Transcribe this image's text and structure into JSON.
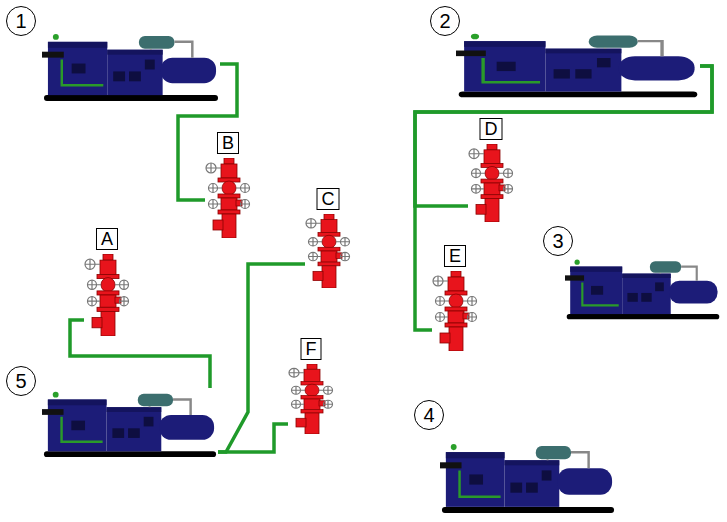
{
  "diagram": {
    "nodes": [
      {
        "text": [
          "1"
        ]
      },
      {
        "text": [
          "2"
        ]
      },
      {
        "text": [
          "3"
        ]
      },
      {
        "text": [
          "4"
        ]
      },
      {
        "text": [
          "5"
        ]
      },
      {
        "text": [
          "A"
        ]
      },
      {
        "text": [
          "B"
        ]
      },
      {
        "text": [
          "C"
        ]
      },
      {
        "text": [
          "D"
        ]
      },
      {
        "text": [
          "E"
        ]
      },
      {
        "text": [
          "F"
        ]
      }
    ],
    "edges": [
      {
        "from": 0,
        "to": 6,
        "arrow": "none"
      },
      {
        "from": 4,
        "to": 5,
        "arrow": "none"
      },
      {
        "from": 4,
        "to": 7,
        "arrow": "none"
      },
      {
        "from": 4,
        "to": 10,
        "arrow": "none"
      },
      {
        "from": 1,
        "to": 8,
        "arrow": "none"
      },
      {
        "from": 1,
        "to": 9,
        "arrow": "none"
      }
    ]
  }
}
